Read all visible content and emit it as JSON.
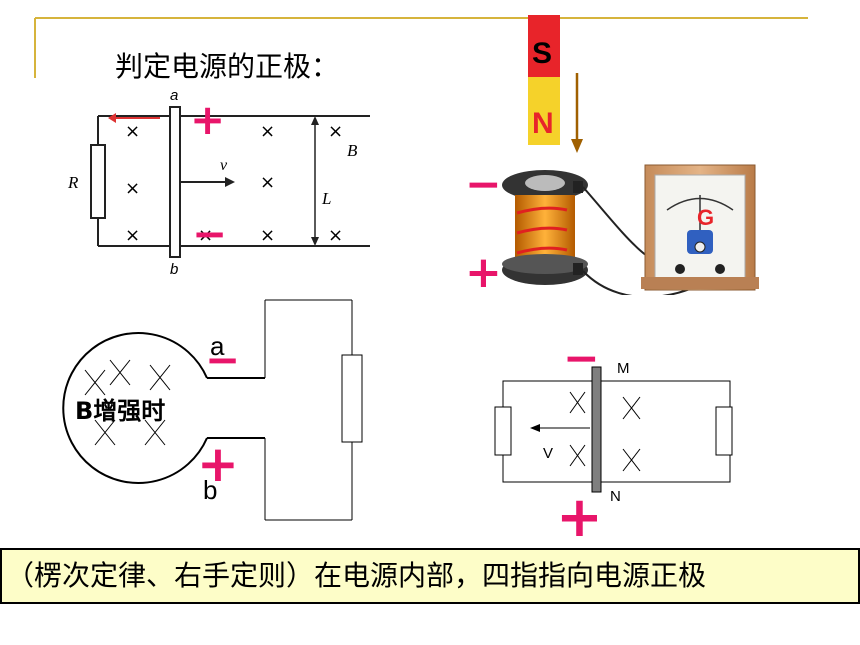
{
  "slide": {
    "title": "判定电源的正极：",
    "footer": "（楞次定律、右手定则）在电源内部，四指指向电源正极",
    "accent_color": "#e8156a",
    "header_line_color": "#d6b43c"
  },
  "diagram1": {
    "labels": {
      "top": "a",
      "bottom": "b",
      "resistor": "R",
      "velocity": "v",
      "field": "B",
      "length": "L"
    },
    "signs": {
      "top": "+",
      "bottom": "−"
    },
    "cross": "×"
  },
  "diagram2": {
    "magnet_top": "S",
    "magnet_bottom": "N",
    "galvanometer": "G",
    "signs": {
      "top": "−",
      "bottom": "+"
    }
  },
  "diagram3": {
    "label_a": "a",
    "label_b": "b",
    "center_text": "B增强时",
    "signs": {
      "top": "−",
      "bottom": "+"
    }
  },
  "diagram4": {
    "label_m": "M",
    "label_n": "N",
    "label_v": "V",
    "signs": {
      "top": "−",
      "bottom": "+"
    }
  }
}
